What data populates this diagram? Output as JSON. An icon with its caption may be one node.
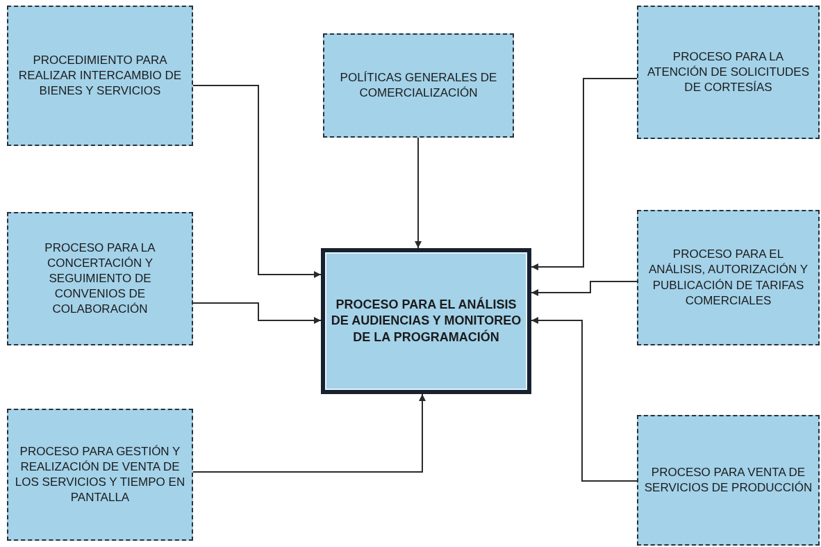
{
  "diagram": {
    "nodes": [
      {
        "text": [
          "PROCEDIMIENTO PARA REALIZAR INTERCAMBIO DE BIENES Y SERVICIOS"
        ]
      },
      {
        "text": [
          "POLÍTICAS GENERALES DE COMERCIALIZACIÓN"
        ]
      },
      {
        "text": [
          "PROCESO PARA LA ATENCIÓN DE SOLICITUDES DE CORTESÍAS"
        ]
      },
      {
        "text": [
          "PROCESO PARA LA CONCERTACIÓN Y SEGUIMIENTO DE CONVENIOS DE COLABORACIÓN"
        ]
      },
      {
        "text": [
          "PROCESO PARA EL ANÁLISIS DE AUDIENCIAS Y MONITOREO DE LA PROGRAMACIÓN"
        ]
      },
      {
        "text": [
          "PROCESO PARA EL ANÁLISIS, AUTORIZACIÓN Y PUBLICACIÓN DE TARIFAS COMERCIALES"
        ]
      },
      {
        "text": [
          "PROCESO PARA GESTIÓN Y REALIZACIÓN DE VENTA DE LOS SERVICIOS Y TIEMPO EN PANTALLA"
        ]
      },
      {
        "text": [
          "PROCESO PARA VENTA DE SERVICIOS DE PRODUCCIÓN"
        ]
      }
    ],
    "edges": [
      {
        "from": 0,
        "to": 4,
        "arrow": "to"
      },
      {
        "from": 1,
        "to": 4,
        "arrow": "to"
      },
      {
        "from": 2,
        "to": 4,
        "arrow": "to"
      },
      {
        "from": 3,
        "to": 4,
        "arrow": "to"
      },
      {
        "from": 5,
        "to": 4,
        "arrow": "to"
      },
      {
        "from": 6,
        "to": 4,
        "arrow": "to"
      },
      {
        "from": 7,
        "to": 4,
        "arrow": "to"
      }
    ]
  }
}
